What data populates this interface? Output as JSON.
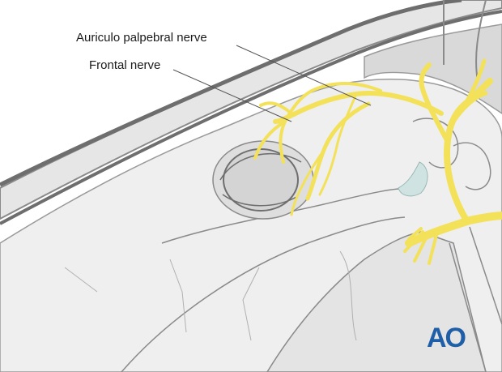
{
  "labels": {
    "auriculo_palpebral": "Auriculo palpebral nerve",
    "frontal": "Frontal nerve"
  },
  "logo": {
    "text": "AO"
  },
  "colors": {
    "nerve": "#f3e15a",
    "nerve_edge": "#e0c93a",
    "skin_outline": "#7a7a7a",
    "bone_fill": "#ececec",
    "bone_outline": "#9a9a9a",
    "skin_fill": "#e3e3e3",
    "cartilage": "#cfe4e2",
    "logo": "#1f5fa8"
  }
}
